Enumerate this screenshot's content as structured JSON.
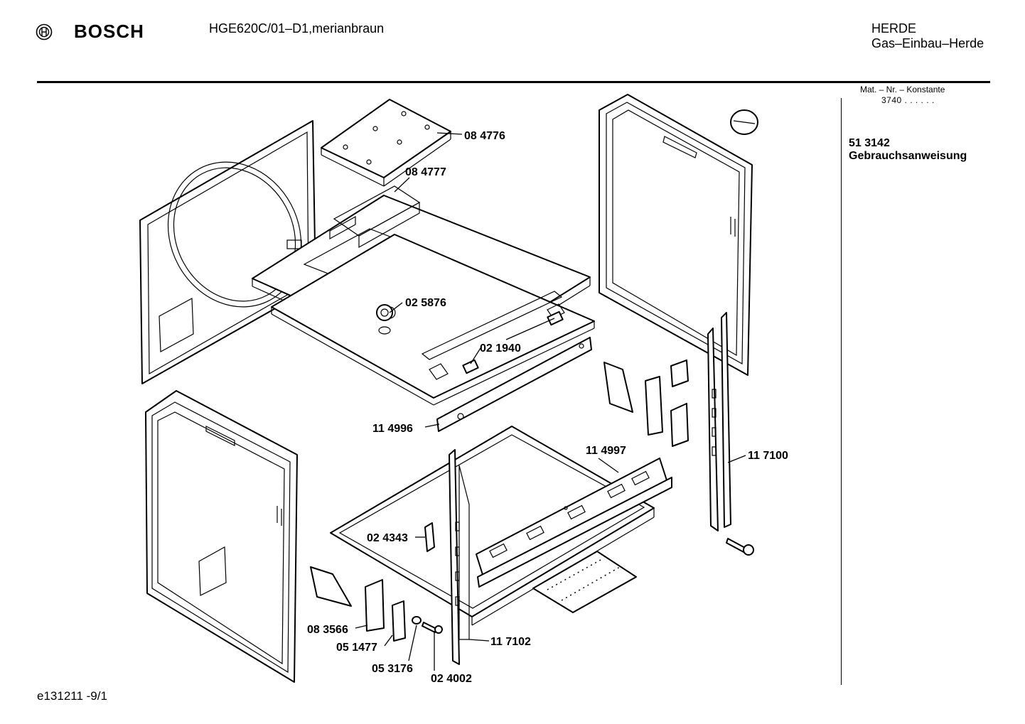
{
  "header": {
    "brand": "BOSCH",
    "model": "HGE620C/01–D1,merianbraun",
    "category_line1": "HERDE",
    "category_line2": "Gas–Einbau–Herde"
  },
  "sidebar": {
    "mat_label": "Mat. – Nr. – Konstante",
    "mat_value": "3740 . . . . . .",
    "document_number": "51 3142",
    "document_title": "Gebrauchsanweisung"
  },
  "footer": {
    "code": "e131211 -9/1"
  },
  "parts": [
    {
      "id": "08 4776"
    },
    {
      "id": "08 4777"
    },
    {
      "id": "02 5876"
    },
    {
      "id": "02 1940"
    },
    {
      "id": "11 4996"
    },
    {
      "id": "11 4997"
    },
    {
      "id": "11 7100"
    },
    {
      "id": "02 4343"
    },
    {
      "id": "08 3566"
    },
    {
      "id": "05 1477"
    },
    {
      "id": "05 3176"
    },
    {
      "id": "02 4002"
    },
    {
      "id": "11 7102"
    }
  ]
}
